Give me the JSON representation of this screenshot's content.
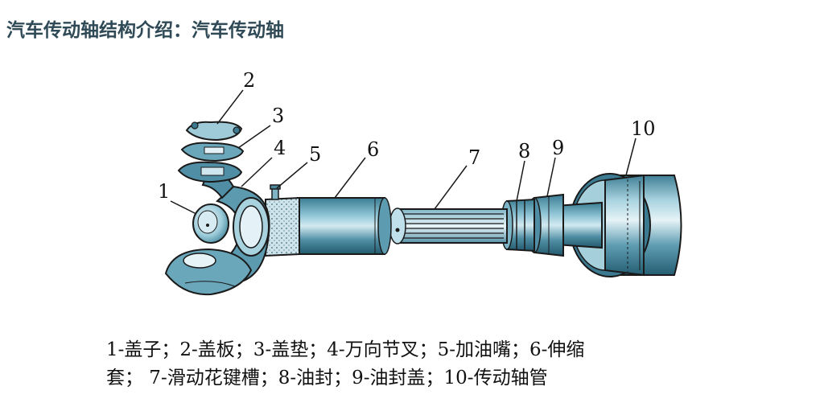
{
  "page": {
    "title": "汽车传动轴结构介绍：汽车传动轴"
  },
  "diagram": {
    "callouts": [
      {
        "id": "1",
        "label": "1"
      },
      {
        "id": "2",
        "label": "2"
      },
      {
        "id": "3",
        "label": "3"
      },
      {
        "id": "4",
        "label": "4"
      },
      {
        "id": "5",
        "label": "5"
      },
      {
        "id": "6",
        "label": "6"
      },
      {
        "id": "7",
        "label": "7"
      },
      {
        "id": "8",
        "label": "8"
      },
      {
        "id": "9",
        "label": "9"
      },
      {
        "id": "10",
        "label": "10"
      }
    ],
    "caption": {
      "line1": "1-盖子；2-盖板；3-盖垫；4-万向节叉；5-加油嘴；6-伸缩",
      "line2": "套；  7-滑动花键槽；8-油封；9-油封盖；10-传动轴管"
    },
    "colors": {
      "steel_dark": "#2e6f86",
      "steel_mid": "#6aa9bd",
      "steel_light": "#cfe6ee",
      "outline": "#1a1a1a"
    }
  }
}
